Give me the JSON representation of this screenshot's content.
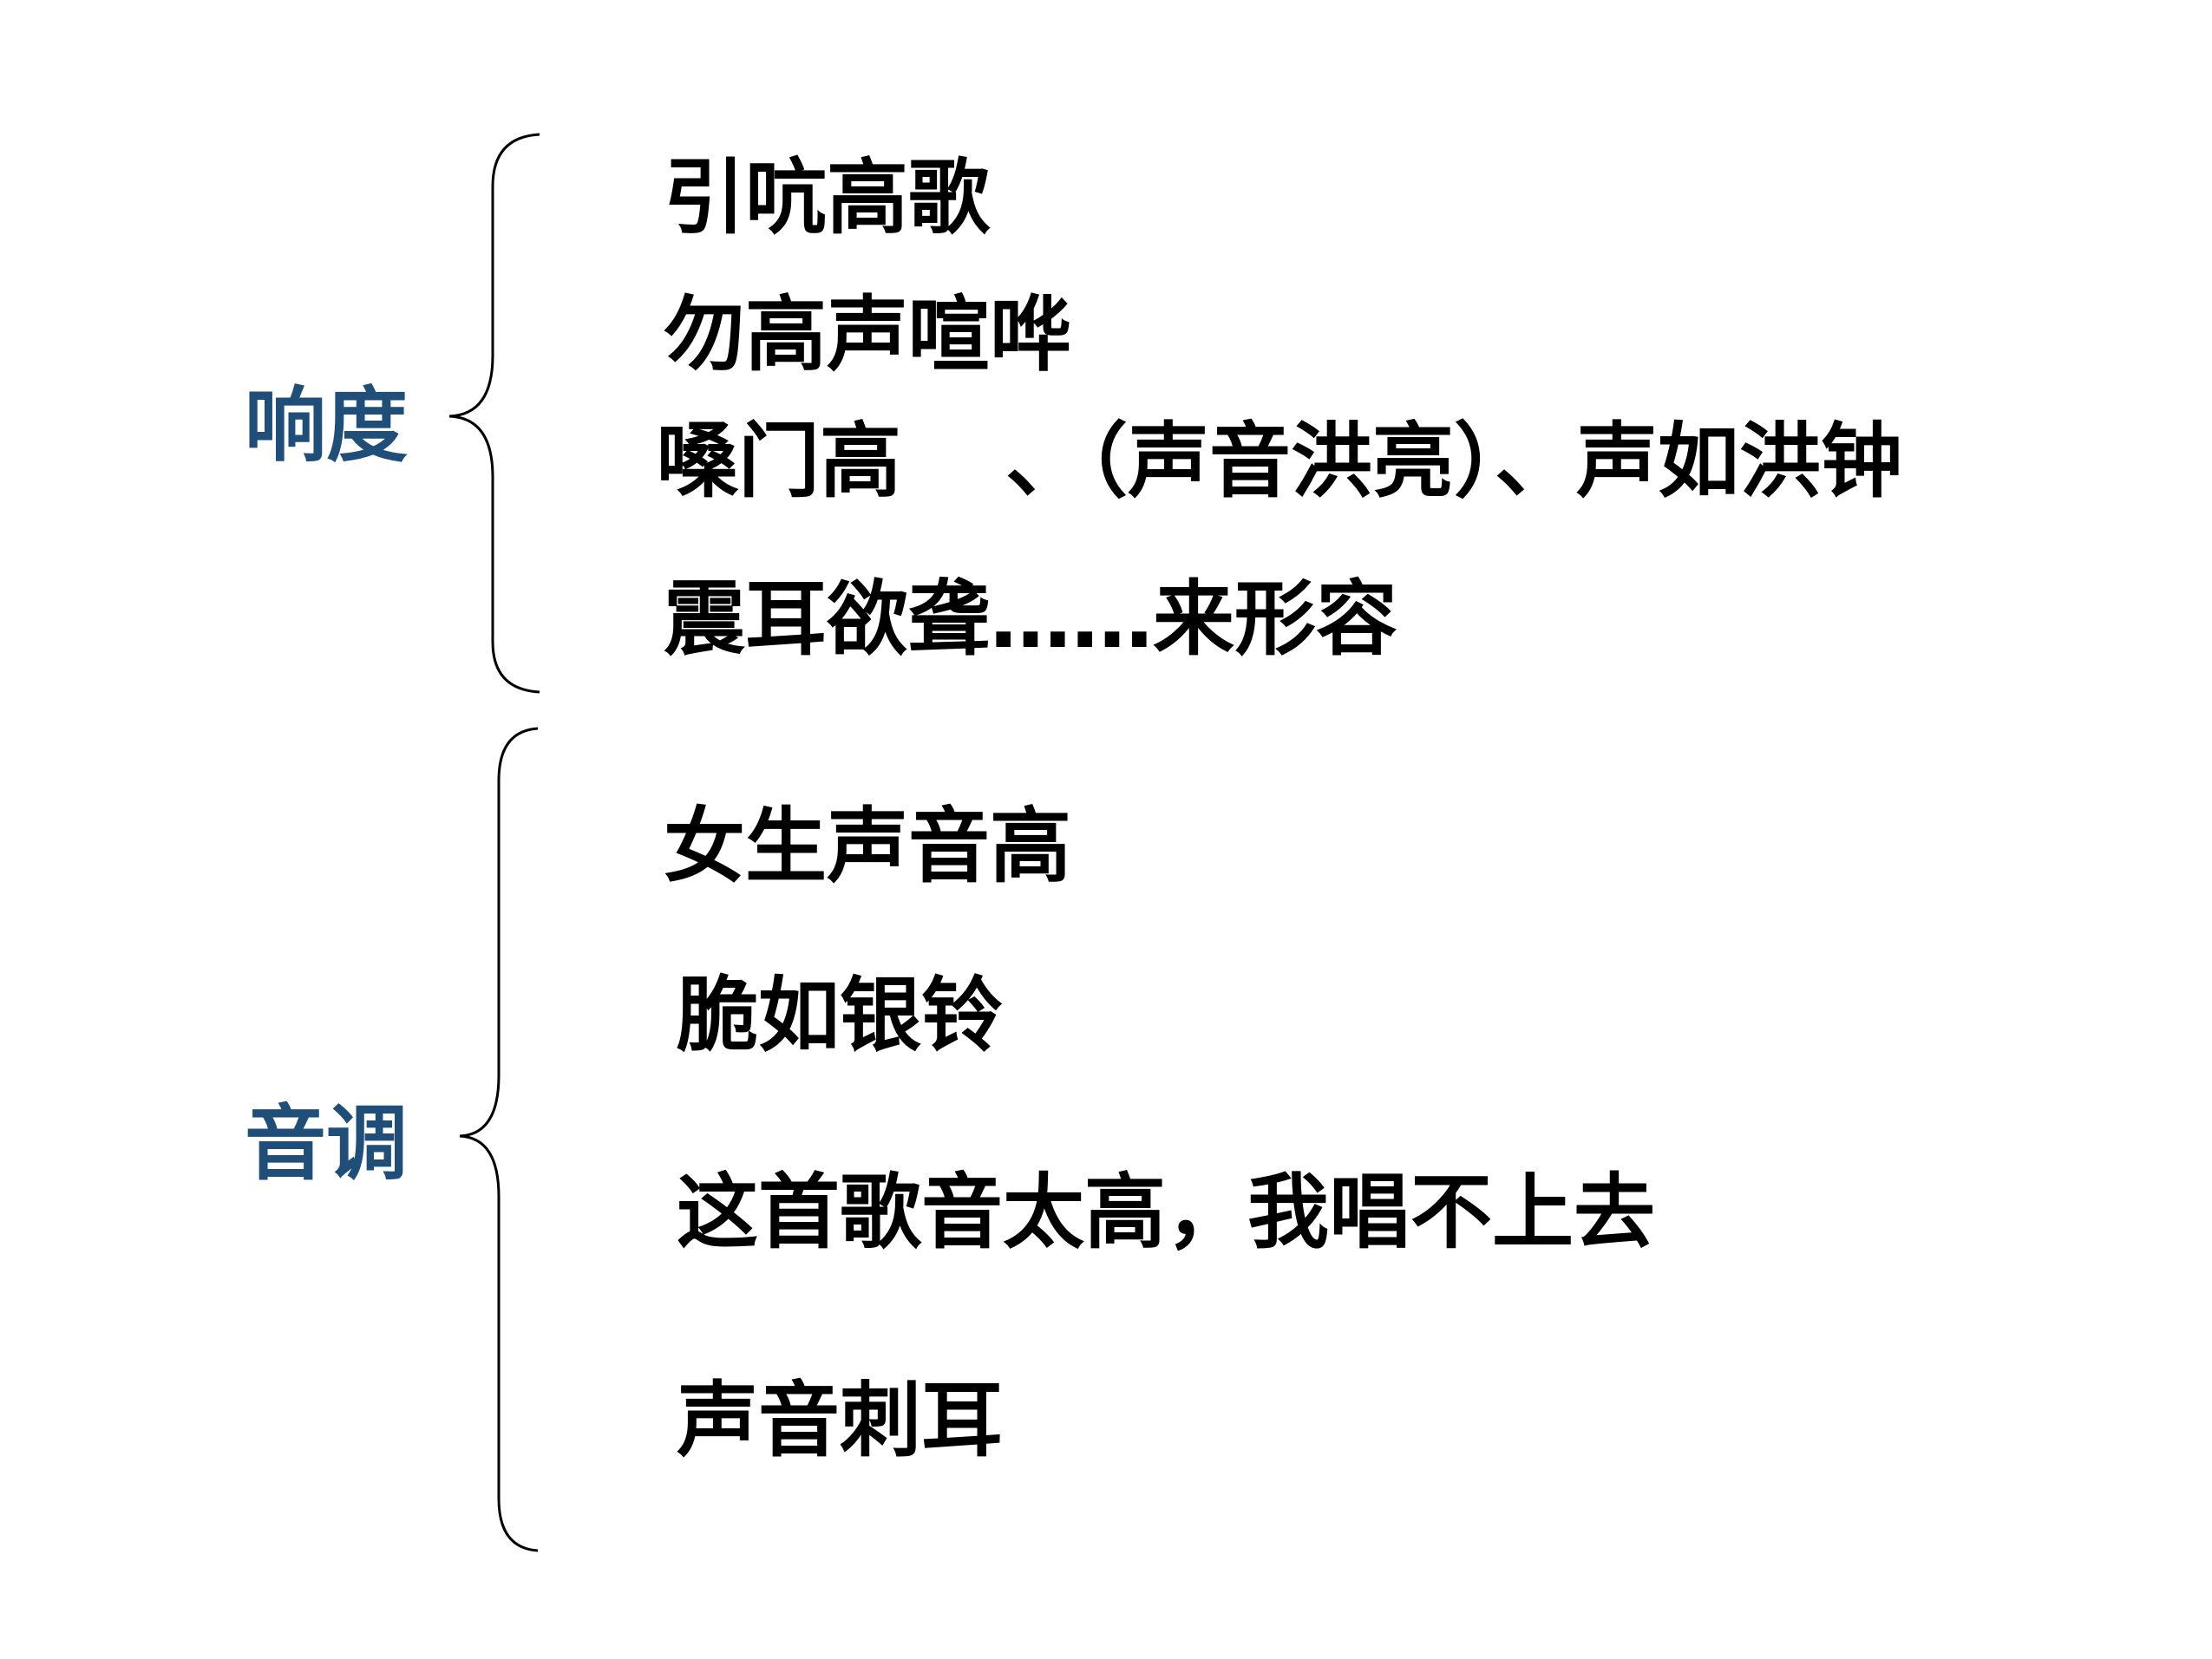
{
  "accent_color": "#1f4e79",
  "groups": {
    "loudness": {
      "label": "响度",
      "items": [
        "引吭高歌",
        "勿高声喧哗",
        "嗓门高",
        "、（声音洪亮）、声如洪钟",
        "震耳欲聋……来形容"
      ]
    },
    "pitch": {
      "label": "音调",
      "items": [
        "女生声音高",
        "脆如银铃",
        "这首歌音太高，我唱不上去",
        "声音刺耳"
      ]
    }
  }
}
